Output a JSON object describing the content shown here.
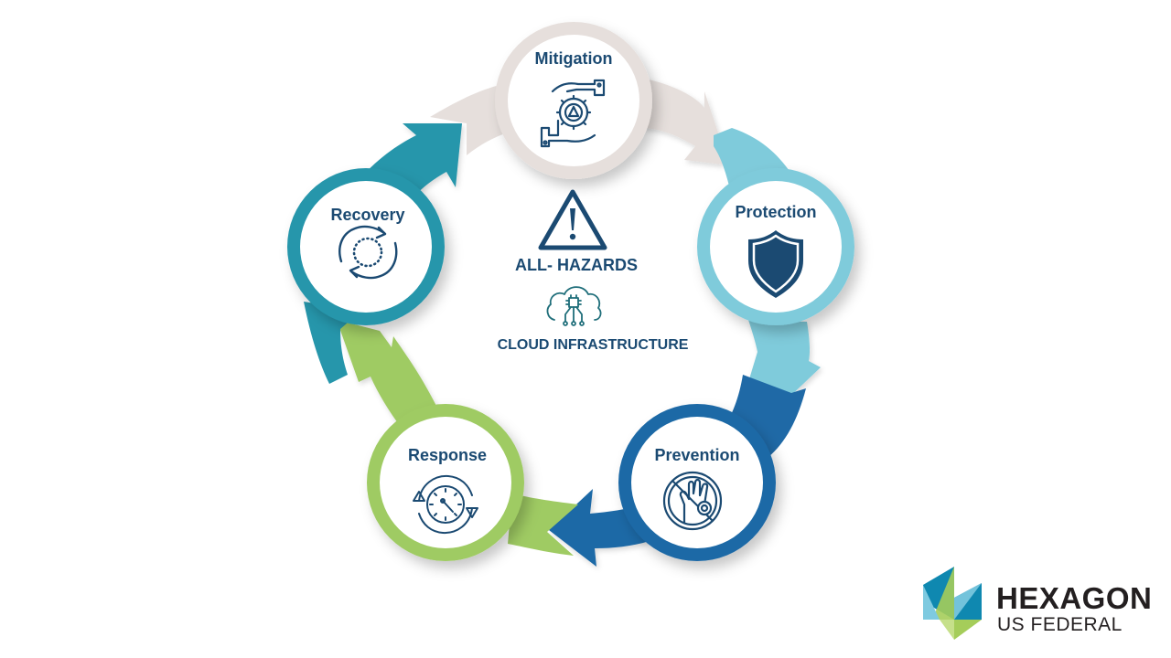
{
  "diagram": {
    "type": "cycle",
    "center": {
      "hazard_label": "ALL- HAZARDS",
      "hazard_icon": "warning-triangle-icon",
      "infra_label": "CLOUD INFRASTRUCTURE",
      "infra_icon": "cloud-chip-icon"
    },
    "stages": [
      {
        "label": "Mitigation",
        "icon": "hands-gear-warning-icon",
        "color": "#e6dfdc"
      },
      {
        "label": "Protection",
        "icon": "shield-icon",
        "color": "#7fcbdb"
      },
      {
        "label": "Prevention",
        "icon": "no-hand-virus-icon",
        "color": "#1f69a6"
      },
      {
        "label": "Response",
        "icon": "clock-cycle-icon",
        "color": "#9fcb63"
      },
      {
        "label": "Recovery",
        "icon": "recycle-dots-icon",
        "color": "#2696ab"
      }
    ],
    "flow": [
      "Mitigation",
      "Protection",
      "Prevention",
      "Response",
      "Recovery",
      "Mitigation"
    ],
    "text_color": "#1b4a72"
  },
  "logo": {
    "title": "HEXAGON",
    "subtitle": "US FEDERAL"
  }
}
